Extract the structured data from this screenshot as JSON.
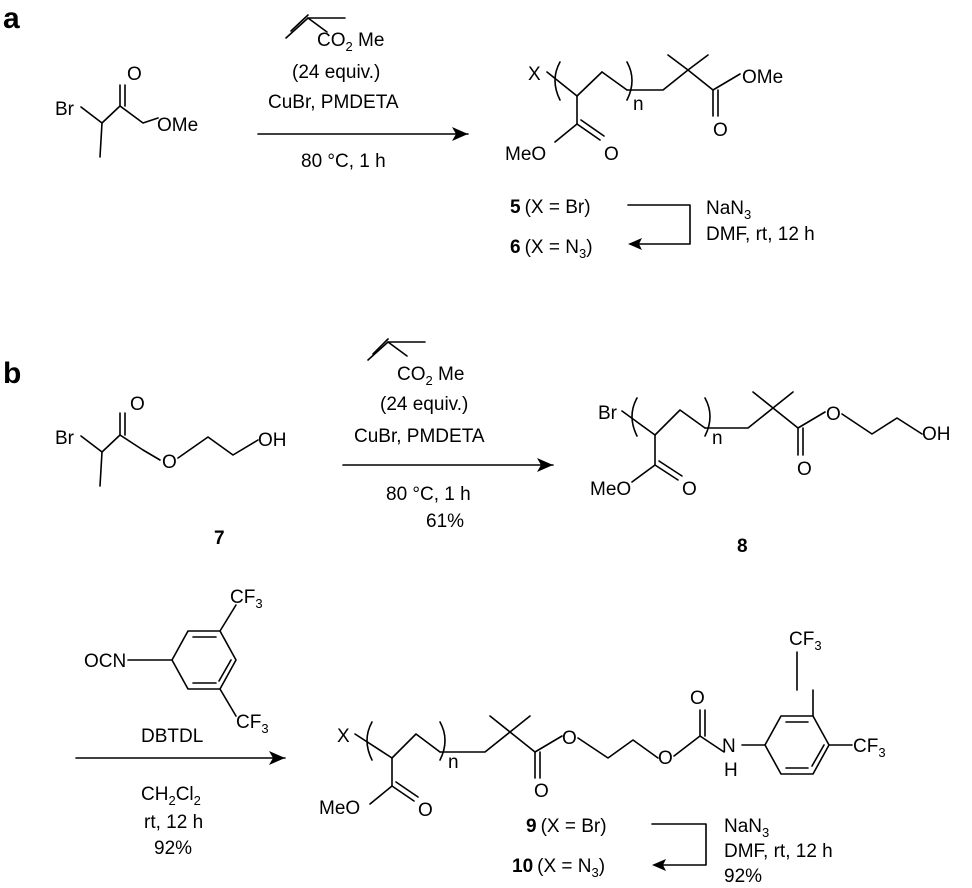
{
  "panels": {
    "a": "a",
    "b": "b"
  },
  "atoms": {
    "Br": "Br",
    "OMe": "OMe",
    "MeO": "MeO",
    "O": "O",
    "OH": "OH",
    "X": "X",
    "n": "n",
    "N": "N",
    "H": "H",
    "OCN": "OCN",
    "CF3": "CF3"
  },
  "reagents": {
    "acrylate": "CO2 Me",
    "equiv": "(24 equiv.)",
    "catalyst": "CuBr, PMDETA",
    "conditions": "80 °C, 1 h",
    "yield_8": "61%",
    "dbtdl": "DBTDL",
    "solvent": "CH2Cl2",
    "rt_time": "rt, 12 h",
    "yield_9": "92%",
    "azide": "NaN3",
    "azide_cond": "DMF, rt, 12 h",
    "yield_10": "92%"
  },
  "compounds": {
    "c5": {
      "num": "5",
      "text": "(X = Br)"
    },
    "c6": {
      "num": "6",
      "text": "(X = N3)"
    },
    "c7": "7",
    "c8": "8",
    "c9": {
      "num": "9",
      "text": "(X = Br)"
    },
    "c10": {
      "num": "10",
      "text": "(X = N3)"
    }
  }
}
